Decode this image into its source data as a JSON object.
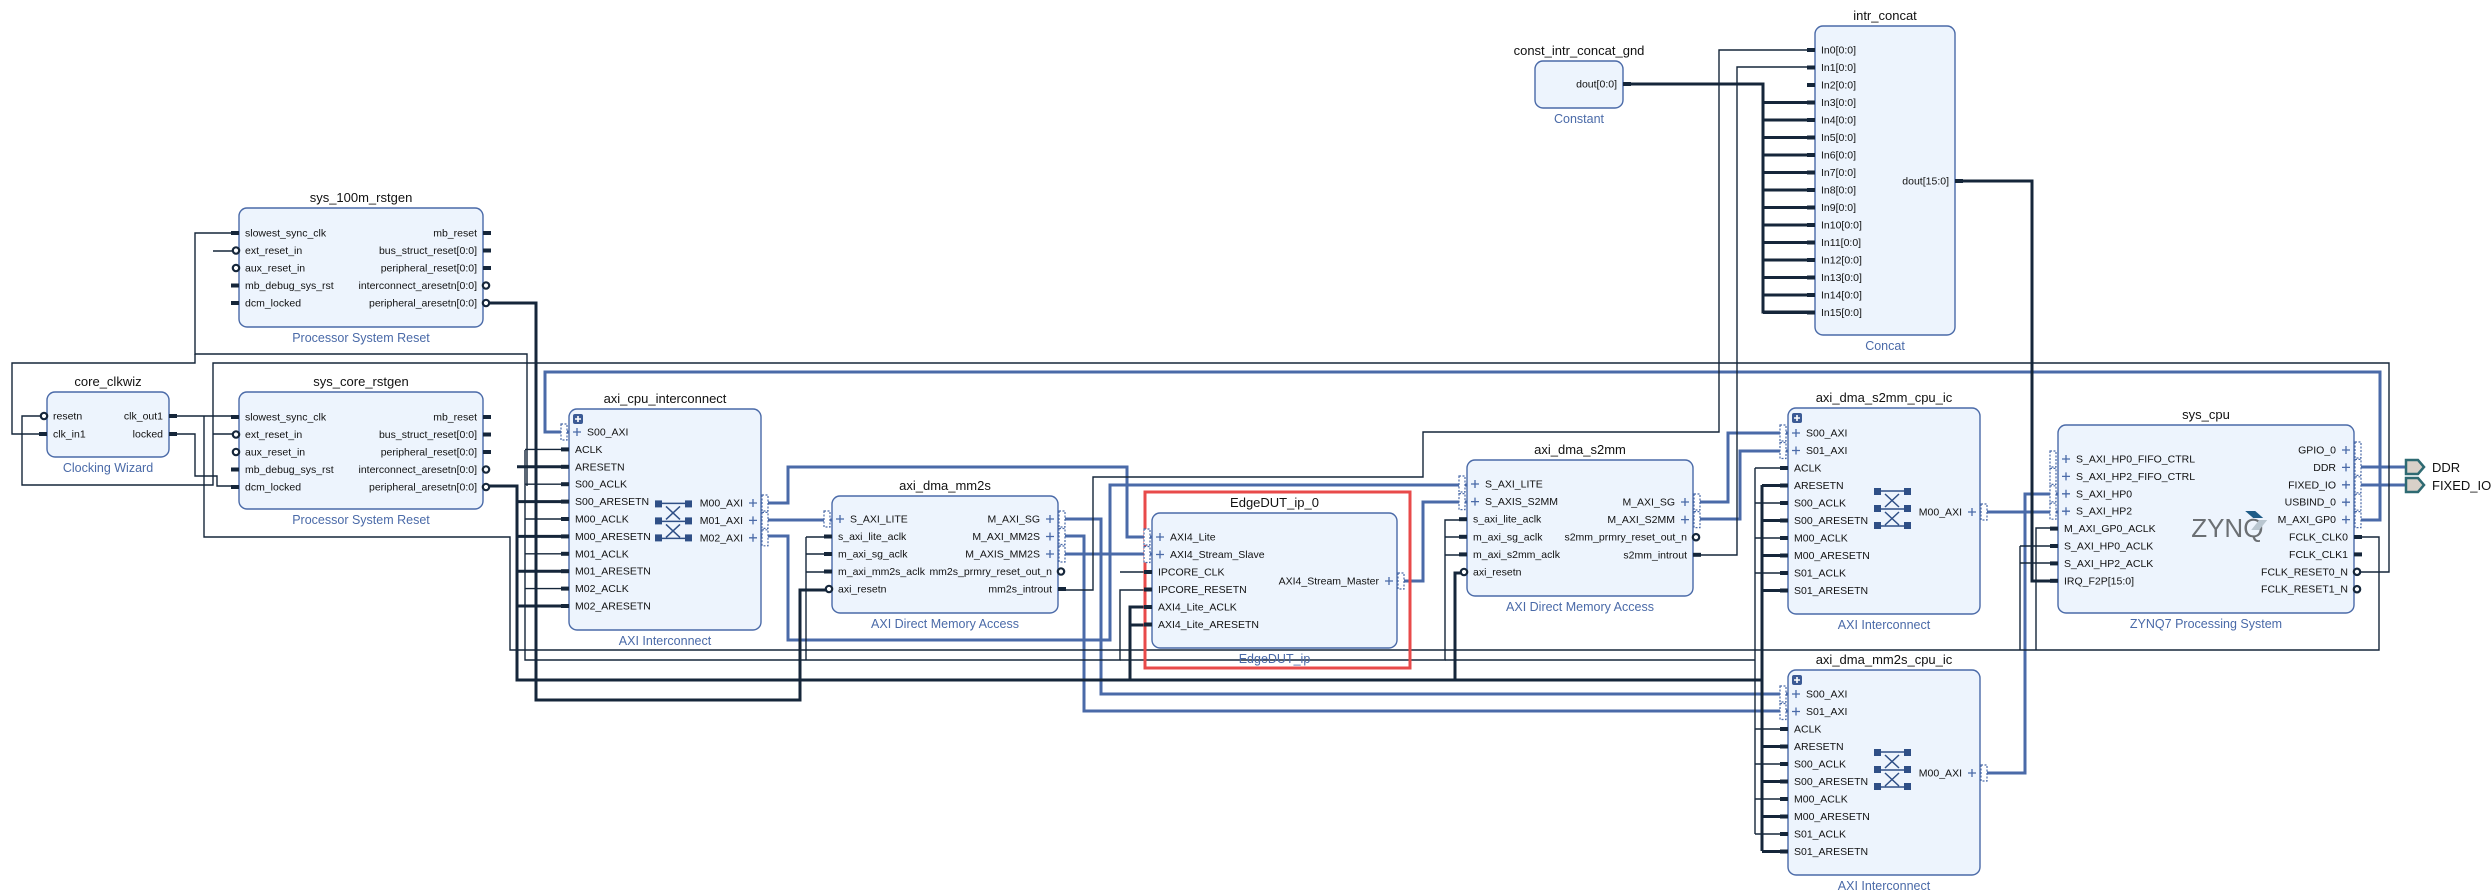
{
  "colors": {
    "block_fill": "#edf4fd",
    "block_stroke": "#4a6aa8",
    "bus": "#4a6aa8",
    "net": "#15263a",
    "highlight": "#e84a4a",
    "type_label": "#4a6aa8"
  },
  "blocks": [
    {
      "id": "sys_100m_rstgen",
      "name": "sys_100m_rstgen",
      "type": "Processor System Reset",
      "left": [
        {
          "n": "slowest_sync_clk",
          "t": "c"
        },
        {
          "n": "ext_reset_in",
          "t": "r"
        },
        {
          "n": "aux_reset_in",
          "t": "r"
        },
        {
          "n": "mb_debug_sys_rst",
          "t": "c"
        },
        {
          "n": "dcm_locked",
          "t": "c"
        }
      ],
      "right": [
        {
          "n": "mb_reset",
          "t": "c"
        },
        {
          "n": "bus_struct_reset[0:0]",
          "t": "c"
        },
        {
          "n": "peripheral_reset[0:0]",
          "t": "c"
        },
        {
          "n": "interconnect_aresetn[0:0]",
          "t": "r"
        },
        {
          "n": "peripheral_aresetn[0:0]",
          "t": "r"
        }
      ]
    },
    {
      "id": "core_clkwiz",
      "name": "core_clkwiz",
      "type": "Clocking Wizard",
      "left": [
        {
          "n": "resetn",
          "t": "r"
        },
        {
          "n": "clk_in1",
          "t": "c"
        }
      ],
      "right": [
        {
          "n": "clk_out1",
          "t": "c"
        },
        {
          "n": "locked",
          "t": "c"
        }
      ]
    },
    {
      "id": "sys_core_rstgen",
      "name": "sys_core_rstgen",
      "type": "Processor System Reset",
      "left": [
        {
          "n": "slowest_sync_clk",
          "t": "c"
        },
        {
          "n": "ext_reset_in",
          "t": "r"
        },
        {
          "n": "aux_reset_in",
          "t": "r"
        },
        {
          "n": "mb_debug_sys_rst",
          "t": "c"
        },
        {
          "n": "dcm_locked",
          "t": "c"
        }
      ],
      "right": [
        {
          "n": "mb_reset",
          "t": "c"
        },
        {
          "n": "bus_struct_reset[0:0]",
          "t": "c"
        },
        {
          "n": "peripheral_reset[0:0]",
          "t": "c"
        },
        {
          "n": "interconnect_aresetn[0:0]",
          "t": "r"
        },
        {
          "n": "peripheral_aresetn[0:0]",
          "t": "r"
        }
      ]
    },
    {
      "id": "axi_cpu_interconnect",
      "name": "axi_cpu_interconnect",
      "type": "AXI Interconnect",
      "expandable": true,
      "crossbar": true,
      "left": [
        {
          "n": "S00_AXI",
          "t": "b"
        },
        {
          "n": "ACLK",
          "t": "c"
        },
        {
          "n": "ARESETN",
          "t": "c"
        },
        {
          "n": "S00_ACLK",
          "t": "c"
        },
        {
          "n": "S00_ARESETN",
          "t": "c"
        },
        {
          "n": "M00_ACLK",
          "t": "c"
        },
        {
          "n": "M00_ARESETN",
          "t": "c"
        },
        {
          "n": "M01_ACLK",
          "t": "c"
        },
        {
          "n": "M01_ARESETN",
          "t": "c"
        },
        {
          "n": "M02_ACLK",
          "t": "c"
        },
        {
          "n": "M02_ARESETN",
          "t": "c"
        }
      ],
      "right": [
        {
          "n": "M00_AXI",
          "t": "b"
        },
        {
          "n": "M01_AXI",
          "t": "b"
        },
        {
          "n": "M02_AXI",
          "t": "b"
        }
      ]
    },
    {
      "id": "axi_dma_mm2s",
      "name": "axi_dma_mm2s",
      "type": "AXI Direct Memory Access",
      "left": [
        {
          "n": "S_AXI_LITE",
          "t": "b"
        },
        {
          "n": "s_axi_lite_aclk",
          "t": "c"
        },
        {
          "n": "m_axi_sg_aclk",
          "t": "c"
        },
        {
          "n": "m_axi_mm2s_aclk",
          "t": "c"
        },
        {
          "n": "axi_resetn",
          "t": "r"
        }
      ],
      "right": [
        {
          "n": "M_AXI_SG",
          "t": "b"
        },
        {
          "n": "M_AXI_MM2S",
          "t": "b"
        },
        {
          "n": "M_AXIS_MM2S",
          "t": "b"
        },
        {
          "n": "mm2s_prmry_reset_out_n",
          "t": "r"
        },
        {
          "n": "mm2s_introut",
          "t": "c"
        }
      ]
    },
    {
      "id": "EdgeDUT_ip_0",
      "name": "EdgeDUT_ip_0",
      "type": "EdgeDUT_ip",
      "selected": true,
      "left": [
        {
          "n": "AXI4_Lite",
          "t": "b"
        },
        {
          "n": "AXI4_Stream_Slave",
          "t": "b"
        },
        {
          "n": "IPCORE_CLK",
          "t": "c"
        },
        {
          "n": "IPCORE_RESETN",
          "t": "c"
        },
        {
          "n": "AXI4_Lite_ACLK",
          "t": "c"
        },
        {
          "n": "AXI4_Lite_ARESETN",
          "t": "c"
        }
      ],
      "right": [
        {
          "n": "AXI4_Stream_Master",
          "t": "b"
        }
      ]
    },
    {
      "id": "axi_dma_s2mm",
      "name": "axi_dma_s2mm",
      "type": "AXI Direct Memory Access",
      "left": [
        {
          "n": "S_AXI_LITE",
          "t": "b"
        },
        {
          "n": "S_AXIS_S2MM",
          "t": "b"
        },
        {
          "n": "s_axi_lite_aclk",
          "t": "c"
        },
        {
          "n": "m_axi_sg_aclk",
          "t": "c"
        },
        {
          "n": "m_axi_s2mm_aclk",
          "t": "c"
        },
        {
          "n": "axi_resetn",
          "t": "r"
        }
      ],
      "right": [
        {
          "n": "M_AXI_SG",
          "t": "b"
        },
        {
          "n": "M_AXI_S2MM",
          "t": "b"
        },
        {
          "n": "s2mm_prmry_reset_out_n",
          "t": "r"
        },
        {
          "n": "s2mm_introut",
          "t": "c"
        }
      ]
    },
    {
      "id": "const_intr_concat_gnd",
      "name": "const_intr_concat_gnd",
      "type": "Constant",
      "left": [],
      "right": [
        {
          "n": "dout[0:0]",
          "t": "c"
        }
      ]
    },
    {
      "id": "intr_concat",
      "name": "intr_concat",
      "type": "Concat",
      "left": [
        {
          "n": "In0[0:0]",
          "t": "c"
        },
        {
          "n": "In1[0:0]",
          "t": "c"
        },
        {
          "n": "In2[0:0]",
          "t": "c"
        },
        {
          "n": "In3[0:0]",
          "t": "c"
        },
        {
          "n": "In4[0:0]",
          "t": "c"
        },
        {
          "n": "In5[0:0]",
          "t": "c"
        },
        {
          "n": "In6[0:0]",
          "t": "c"
        },
        {
          "n": "In7[0:0]",
          "t": "c"
        },
        {
          "n": "In8[0:0]",
          "t": "c"
        },
        {
          "n": "In9[0:0]",
          "t": "c"
        },
        {
          "n": "In10[0:0]",
          "t": "c"
        },
        {
          "n": "In11[0:0]",
          "t": "c"
        },
        {
          "n": "In12[0:0]",
          "t": "c"
        },
        {
          "n": "In13[0:0]",
          "t": "c"
        },
        {
          "n": "In14[0:0]",
          "t": "c"
        },
        {
          "n": "In15[0:0]",
          "t": "c"
        }
      ],
      "right": [
        {
          "n": "dout[15:0]",
          "t": "c"
        }
      ]
    },
    {
      "id": "axi_dma_s2mm_cpu_ic",
      "name": "axi_dma_s2mm_cpu_ic",
      "type": "AXI Interconnect",
      "expandable": true,
      "crossbar": true,
      "left": [
        {
          "n": "S00_AXI",
          "t": "b"
        },
        {
          "n": "S01_AXI",
          "t": "b"
        },
        {
          "n": "ACLK",
          "t": "c"
        },
        {
          "n": "ARESETN",
          "t": "c"
        },
        {
          "n": "S00_ACLK",
          "t": "c"
        },
        {
          "n": "S00_ARESETN",
          "t": "c"
        },
        {
          "n": "M00_ACLK",
          "t": "c"
        },
        {
          "n": "M00_ARESETN",
          "t": "c"
        },
        {
          "n": "S01_ACLK",
          "t": "c"
        },
        {
          "n": "S01_ARESETN",
          "t": "c"
        }
      ],
      "right": [
        {
          "n": "M00_AXI",
          "t": "b"
        }
      ]
    },
    {
      "id": "sys_cpu",
      "name": "sys_cpu",
      "type": "ZYNQ7 Processing System",
      "logo": "ZYNQ",
      "left": [
        {
          "n": "S_AXI_HP0_FIFO_CTRL",
          "t": "b"
        },
        {
          "n": "S_AXI_HP2_FIFO_CTRL",
          "t": "b"
        },
        {
          "n": "S_AXI_HP0",
          "t": "b"
        },
        {
          "n": "S_AXI_HP2",
          "t": "b"
        },
        {
          "n": "M_AXI_GP0_ACLK",
          "t": "c"
        },
        {
          "n": "S_AXI_HP0_ACLK",
          "t": "c"
        },
        {
          "n": "S_AXI_HP2_ACLK",
          "t": "c"
        },
        {
          "n": "IRQ_F2P[15:0]",
          "t": "c"
        }
      ],
      "right": [
        {
          "n": "GPIO_0",
          "t": "b"
        },
        {
          "n": "DDR",
          "t": "b"
        },
        {
          "n": "FIXED_IO",
          "t": "b"
        },
        {
          "n": "USBIND_0",
          "t": "b"
        },
        {
          "n": "M_AXI_GP0",
          "t": "b"
        },
        {
          "n": "FCLK_CLK0",
          "t": "c"
        },
        {
          "n": "FCLK_CLK1",
          "t": "c"
        },
        {
          "n": "FCLK_RESET0_N",
          "t": "r"
        },
        {
          "n": "FCLK_RESET1_N",
          "t": "r"
        }
      ]
    },
    {
      "id": "axi_dma_mm2s_cpu_ic",
      "name": "axi_dma_mm2s_cpu_ic",
      "type": "AXI Interconnect",
      "expandable": true,
      "crossbar": true,
      "left": [
        {
          "n": "S00_AXI",
          "t": "b"
        },
        {
          "n": "S01_AXI",
          "t": "b"
        },
        {
          "n": "ACLK",
          "t": "c"
        },
        {
          "n": "ARESETN",
          "t": "c"
        },
        {
          "n": "S00_ACLK",
          "t": "c"
        },
        {
          "n": "S00_ARESETN",
          "t": "c"
        },
        {
          "n": "M00_ACLK",
          "t": "c"
        },
        {
          "n": "M00_ARESETN",
          "t": "c"
        },
        {
          "n": "S01_ACLK",
          "t": "c"
        },
        {
          "n": "S01_ARESETN",
          "t": "c"
        }
      ],
      "right": [
        {
          "n": "M00_AXI",
          "t": "b"
        }
      ]
    }
  ],
  "external_ports": [
    {
      "name": "DDR"
    },
    {
      "name": "FIXED_IO"
    }
  ]
}
